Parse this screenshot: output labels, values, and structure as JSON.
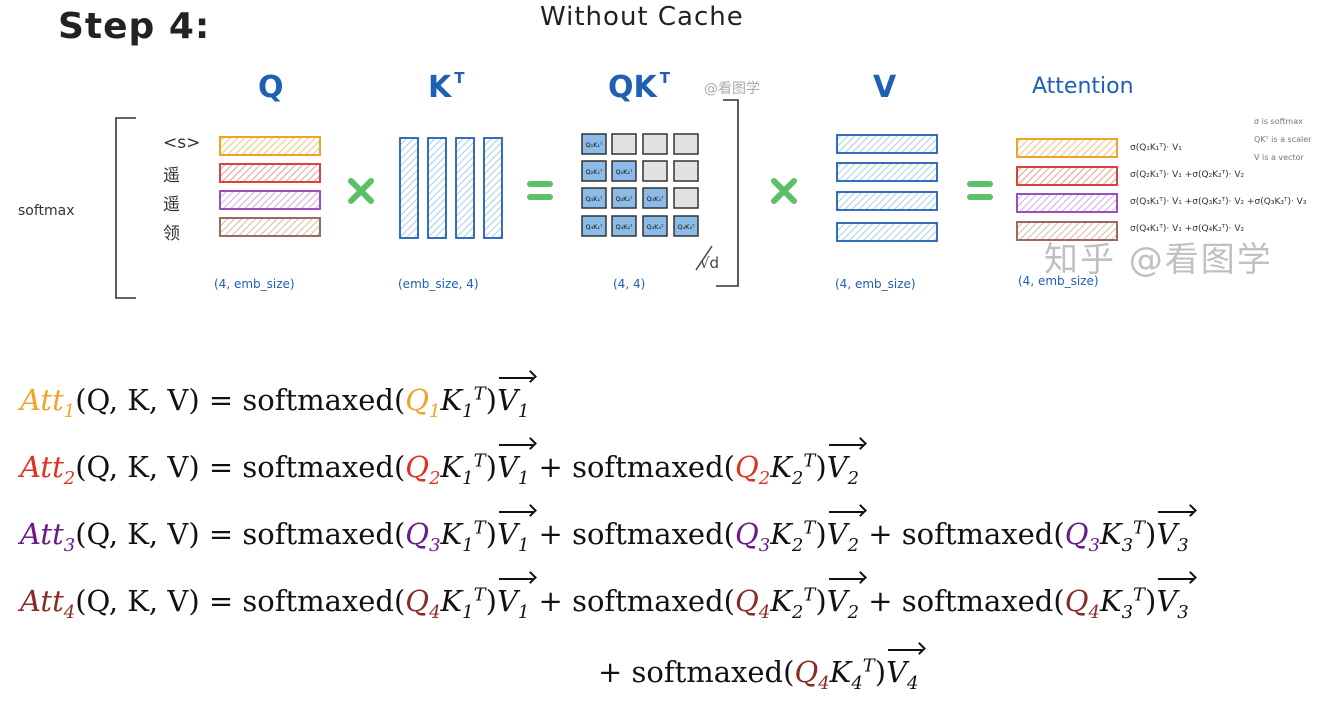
{
  "step_label": "Step 4:",
  "title": "Without Cache",
  "headers": {
    "q": "Q",
    "k": "K",
    "k_sup": "T",
    "qk": "QK",
    "qk_sup": "T",
    "v": "V",
    "attention": "Attention"
  },
  "watermark_small": "@看图学",
  "watermark_big": "知乎 @看图学",
  "softmax_label": "softmax",
  "tokens": [
    "<s>",
    "遥",
    "遥",
    "领"
  ],
  "operators": {
    "times1": "✖",
    "eq1": "=",
    "times2": "✖",
    "eq2": "="
  },
  "sqrt_d": "√d",
  "dims": {
    "q": "(4, emb_size)",
    "k": "(emb_size, 4)",
    "qk": "(4, 4)",
    "v": "(4, emb_size)",
    "att": "(4, emb_size)"
  },
  "qk_cells": [
    [
      "Q₁K₁ᵀ",
      "",
      "",
      ""
    ],
    [
      "Q₂K₁ᵀ",
      "Q₂K₂ᵀ",
      "",
      ""
    ],
    [
      "Q₃K₁ᵀ",
      "Q₃K₂ᵀ",
      "Q₃K₃ᵀ",
      ""
    ],
    [
      "Q₄K₁ᵀ",
      "Q₄K₂ᵀ",
      "Q₄K₃ᵀ",
      "Q₄K₄ᵀ"
    ]
  ],
  "attention_row_labels": [
    "σ(Q₁K₁ᵀ)· V₁",
    "σ(Q₂K₁ᵀ)· V₁ +σ(Q₂K₂ᵀ)· V₂",
    "σ(Q₃K₁ᵀ)· V₁ +σ(Q₃K₂ᵀ)· V₂ +σ(Q₃K₃ᵀ)· V₃",
    "σ(Q₄K₁ᵀ)· V₁ +σ(Q₄K₂ᵀ)· V₂"
  ],
  "legend": [
    "σ is softmax",
    "QKᵀ is a scaler",
    "V is a vector"
  ],
  "colors": {
    "att1": "#f0a32a",
    "att2": "#e0321e",
    "att3": "#6b1a8c",
    "att4": "#8b2a24",
    "blue": "#1f5fb4",
    "rows": [
      "#f0a32a",
      "#d9443a",
      "#9a4fc0",
      "#9a6a5a"
    ]
  },
  "equations": {
    "e1": {
      "att": "Att",
      "sub": "1",
      "args": "(Q, K, V) = softmaxed(",
      "q": "Q",
      "qsub": "1"
    },
    "e2": {
      "att": "Att",
      "sub": "2",
      "args": "(Q, K, V) = softmaxed(",
      "q": "Q",
      "qsub": "2"
    },
    "e3": {
      "att": "Att",
      "sub": "3",
      "args": "(Q, K, V) = softmaxed(",
      "q": "Q",
      "qsub": "3"
    },
    "e4": {
      "att": "Att",
      "sub": "4",
      "args": "(Q, K, V) = softmaxed(",
      "q": "Q",
      "qsub": "4"
    },
    "plus_softmaxed": "+ softmaxed(",
    "k": "K",
    "t": "T",
    "close": ")",
    "v": "V"
  }
}
